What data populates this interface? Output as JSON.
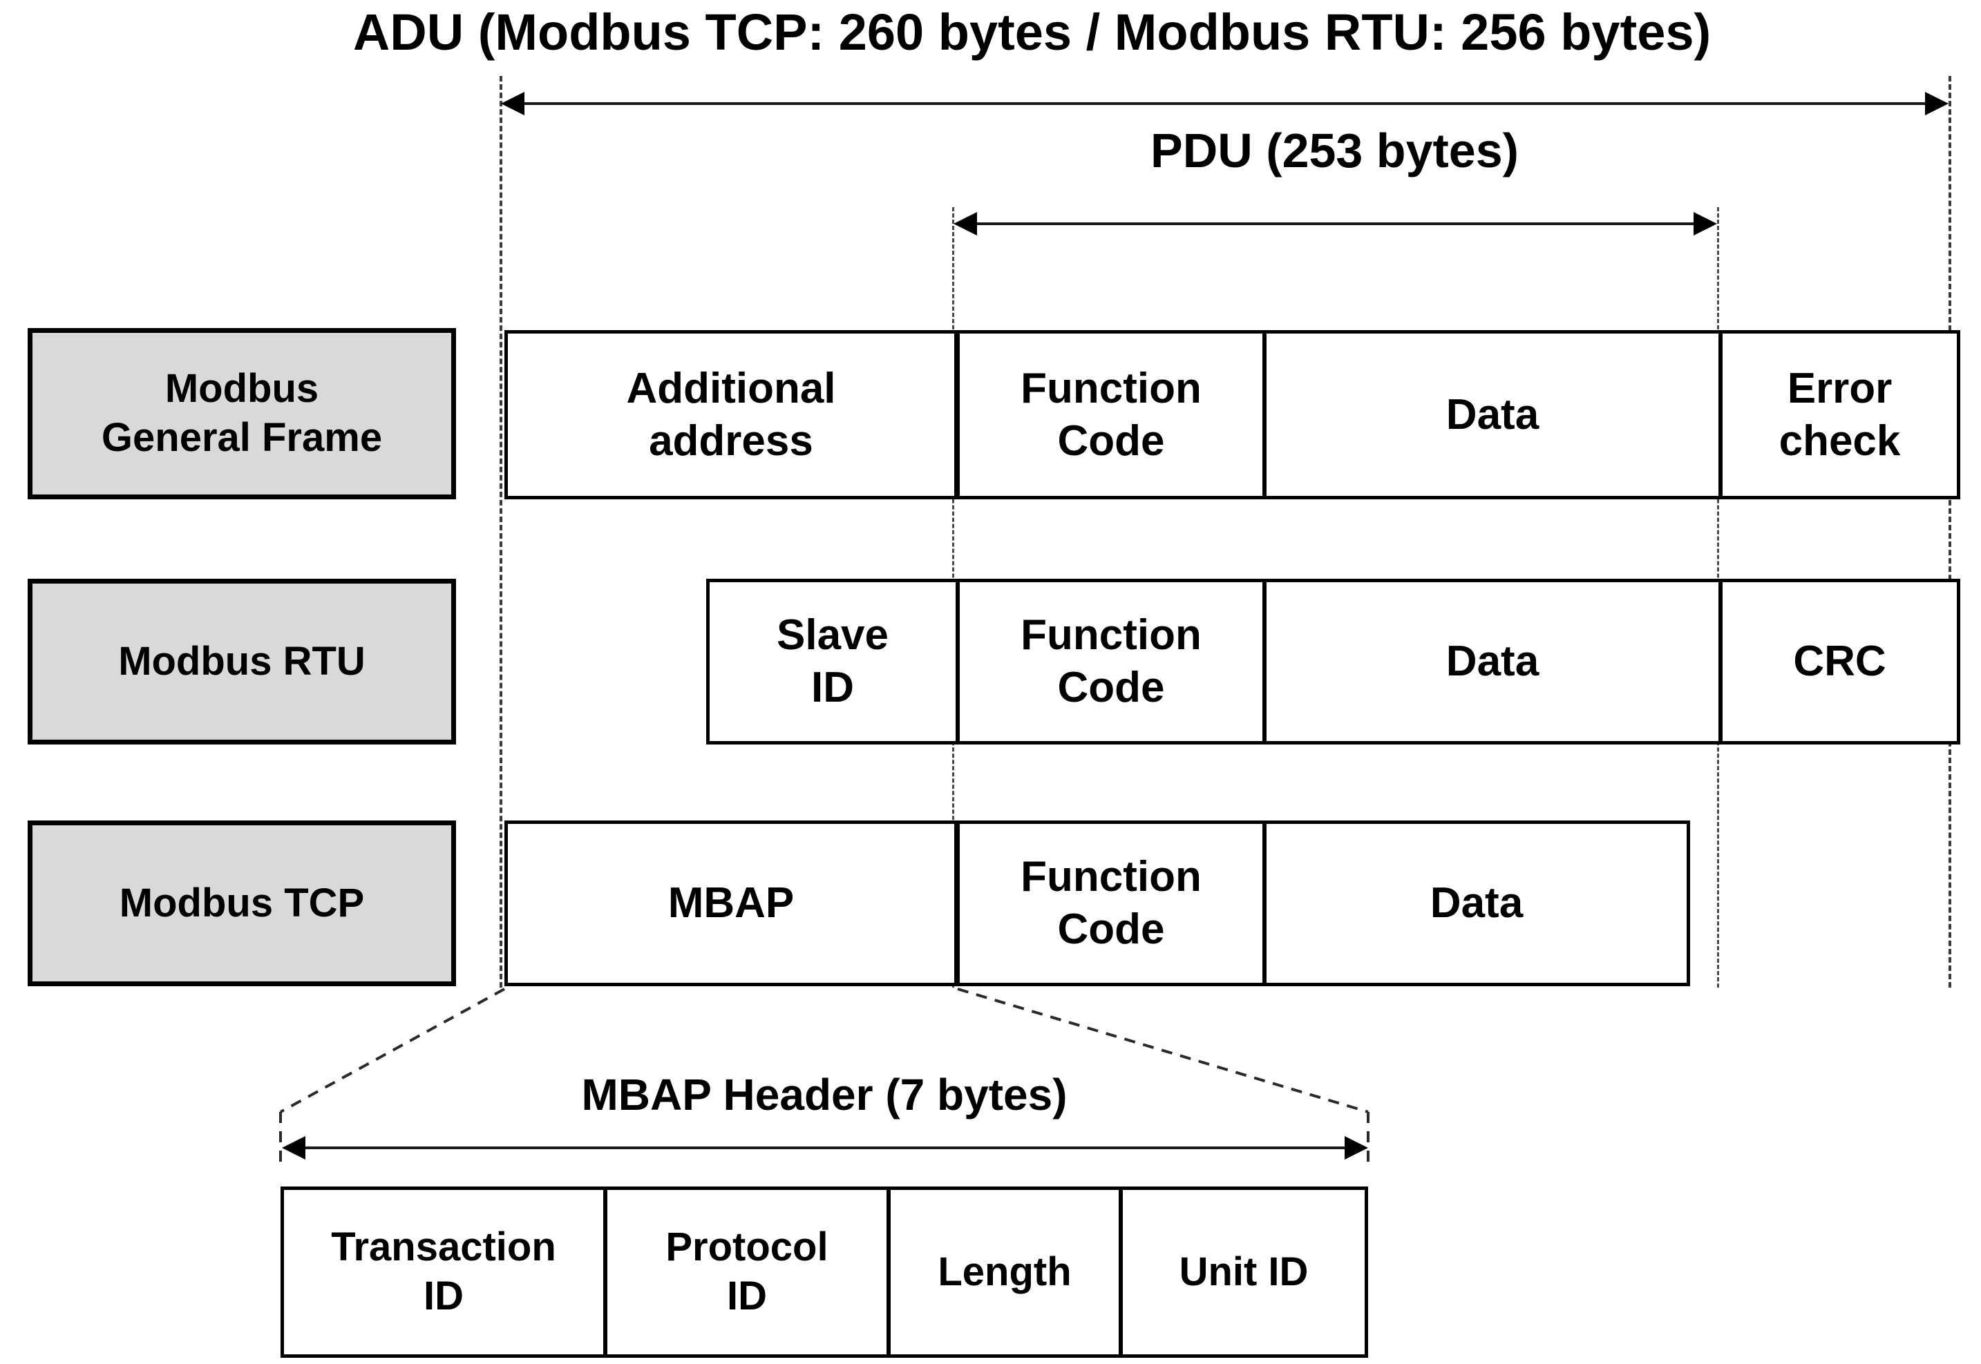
{
  "diagram": {
    "title_adu": "ADU (Modbus TCP: 260 bytes / Modbus RTU: 256 bytes)",
    "title_pdu": "PDU (253 bytes)",
    "title_mbap": "MBAP Header (7 bytes)",
    "colors": {
      "label_fill": "#d9d9d9",
      "cell_fill": "#ffffff",
      "stroke": "#000000",
      "dashed_guide": "#3a3a3a"
    }
  },
  "rows": [
    {
      "label": "Modbus\nGeneral Frame",
      "label_line1": "Modbus",
      "label_line2": "General Frame",
      "cells": [
        {
          "line1": "Additional",
          "line2": "address"
        },
        {
          "line1": "Function",
          "line2": "Code"
        },
        {
          "line1": "Data",
          "line2": ""
        },
        {
          "line1": "Error",
          "line2": "check"
        }
      ]
    },
    {
      "label": "Modbus RTU",
      "label_line1": "Modbus RTU",
      "label_line2": "",
      "cells": [
        {
          "line1": "Slave",
          "line2": "ID"
        },
        {
          "line1": "Function",
          "line2": "Code"
        },
        {
          "line1": "Data",
          "line2": ""
        },
        {
          "line1": "CRC",
          "line2": ""
        }
      ]
    },
    {
      "label": "Modbus TCP",
      "label_line1": "Modbus TCP",
      "label_line2": "",
      "cells": [
        {
          "line1": "MBAP",
          "line2": ""
        },
        {
          "line1": "Function",
          "line2": "Code"
        },
        {
          "line1": "Data",
          "line2": ""
        }
      ]
    }
  ],
  "mbap_header": {
    "cells": [
      {
        "line1": "Transaction",
        "line2": "ID"
      },
      {
        "line1": "Protocol",
        "line2": "ID"
      },
      {
        "line1": "Length",
        "line2": ""
      },
      {
        "line1": "Unit ID",
        "line2": ""
      }
    ]
  }
}
